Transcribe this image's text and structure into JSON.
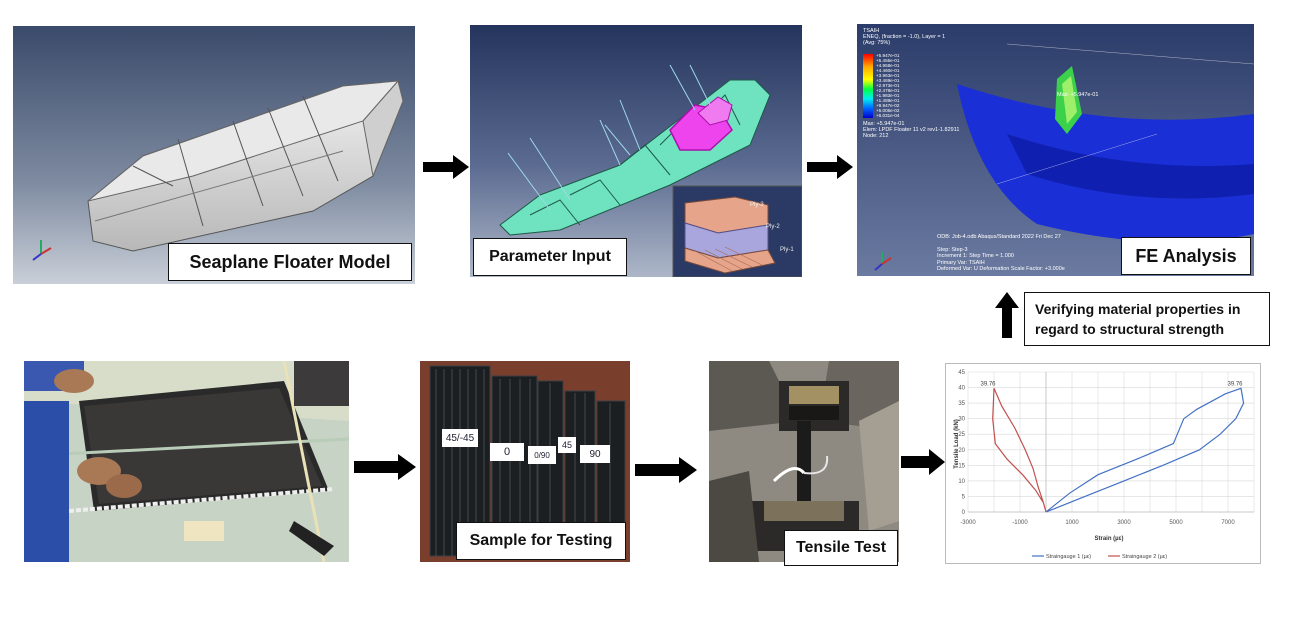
{
  "steps": {
    "floater_model": {
      "label": "Seaplane Floater Model"
    },
    "parameter_input": {
      "label": "Parameter Input",
      "ply_labels": [
        "Ply-3",
        "Ply-2",
        "Ply-1"
      ]
    },
    "fe_analysis": {
      "label": "FE Analysis",
      "legend_header": [
        "TSAIH",
        "ENEQ, (fraction = -1.0), Layer = 1",
        "(Avg: 75%)"
      ],
      "legend_values": [
        "+5.947e-01",
        "+5.455e-01",
        "+4.958e-01",
        "+4.460e-01",
        "+3.963e-01",
        "+3.469e-01",
        "+2.973e-01",
        "+2.478e-01",
        "+1.983e-01",
        "+1.489e-01",
        "+9.947e-02",
        "+5.005e-02",
        "+6.031e-04"
      ],
      "legend_footer": [
        "Max: +5.947e-01",
        "Elem: LPDF Floater 11 v2 rev1-1.82911",
        "Node: 212"
      ],
      "max_callout": "Max: +5.947e-01",
      "footer_text": [
        "ODB: Job-4.odb    Abaqus/Standard 2022    Fri Dec 27",
        "Step: Step-3",
        "Increment    1: Step Time =    1.000",
        "Primary Var: TSAIH",
        "Deformed Var: U   Deformation Scale Factor: +3.000e"
      ]
    },
    "layup": {},
    "samples": {
      "label": "Sample for Testing",
      "tags": [
        "45/-45",
        "0",
        "0/90",
        "45",
        "90"
      ]
    },
    "tensile_test": {
      "label": "Tensile Test"
    }
  },
  "verify_note": {
    "line1": "Verifying material properties in",
    "line2": "regard to structural strength"
  },
  "chart_data": {
    "type": "line",
    "xlabel": "Strain (µε)",
    "ylabel": "Tensile Load (kN)",
    "xlim": [
      -3000,
      8000
    ],
    "ylim": [
      0,
      45
    ],
    "x_ticks": [
      -3000,
      -1000,
      1000,
      3000,
      5000,
      7000
    ],
    "y_ticks": [
      0,
      5,
      10,
      15,
      20,
      25,
      30,
      35,
      40,
      45
    ],
    "grid": true,
    "legend_position": "bottom",
    "series": [
      {
        "name": "Straingauge 1 (µε)",
        "color": "#4472c4",
        "points": [
          [
            0,
            0
          ],
          [
            300,
            1
          ],
          [
            600,
            2
          ],
          [
            900,
            3
          ],
          [
            1500,
            5
          ],
          [
            3000,
            10
          ],
          [
            4500,
            15
          ],
          [
            5900,
            20
          ],
          [
            6700,
            25
          ],
          [
            7300,
            30
          ],
          [
            7600,
            35
          ],
          [
            7500,
            39.76
          ],
          [
            6900,
            38
          ],
          [
            5800,
            33
          ],
          [
            5300,
            30
          ],
          [
            4900,
            22
          ],
          [
            3500,
            17
          ],
          [
            2000,
            12
          ],
          [
            900,
            6
          ],
          [
            300,
            2
          ],
          [
            0,
            0
          ]
        ]
      },
      {
        "name": "Straingauge 2 (µε)",
        "color": "#c0504d",
        "points": [
          [
            0,
            0
          ],
          [
            -100,
            3
          ],
          [
            -400,
            7
          ],
          [
            -900,
            12
          ],
          [
            -1500,
            17
          ],
          [
            -1950,
            22
          ],
          [
            -2050,
            30
          ],
          [
            -2000,
            39.76
          ],
          [
            -1700,
            34
          ],
          [
            -1200,
            27
          ],
          [
            -800,
            20
          ],
          [
            -500,
            14
          ],
          [
            -300,
            8
          ],
          [
            -100,
            3
          ],
          [
            0,
            0
          ]
        ]
      }
    ],
    "annotations": [
      "39.76",
      "39.76"
    ]
  }
}
